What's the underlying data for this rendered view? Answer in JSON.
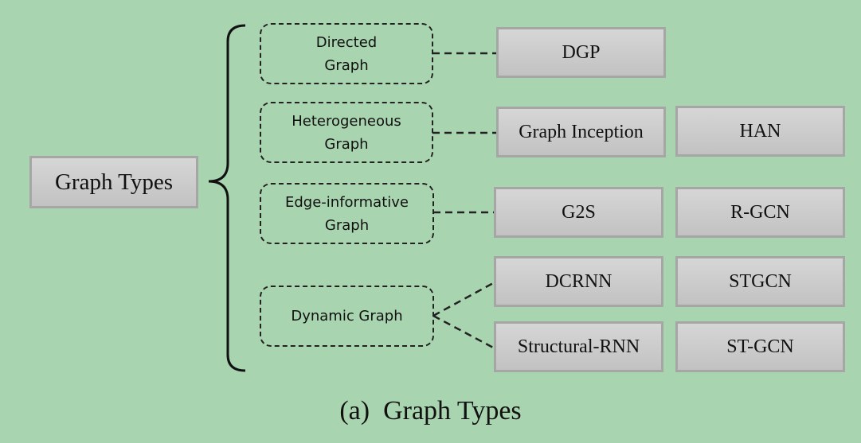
{
  "root": {
    "label": "Graph Types"
  },
  "categories": [
    {
      "line1": "Directed",
      "line2": "Graph",
      "models": [
        "DGP"
      ]
    },
    {
      "line1": "Heterogeneous",
      "line2": "Graph",
      "models": [
        "Graph Inception",
        "HAN"
      ]
    },
    {
      "line1": "Edge-informative",
      "line2": "Graph",
      "models": [
        "G2S",
        "R-GCN"
      ]
    },
    {
      "line1": "Dynamic Graph",
      "line2": "",
      "models": [
        "DCRNN",
        "STGCN",
        "Structural-RNN",
        "ST-GCN"
      ]
    }
  ],
  "caption": "(a)  Graph Types",
  "colors": {
    "background": "#a9d4b0",
    "box_fill": "#cccccc",
    "box_border": "#a6a6a6",
    "line": "#222222"
  }
}
